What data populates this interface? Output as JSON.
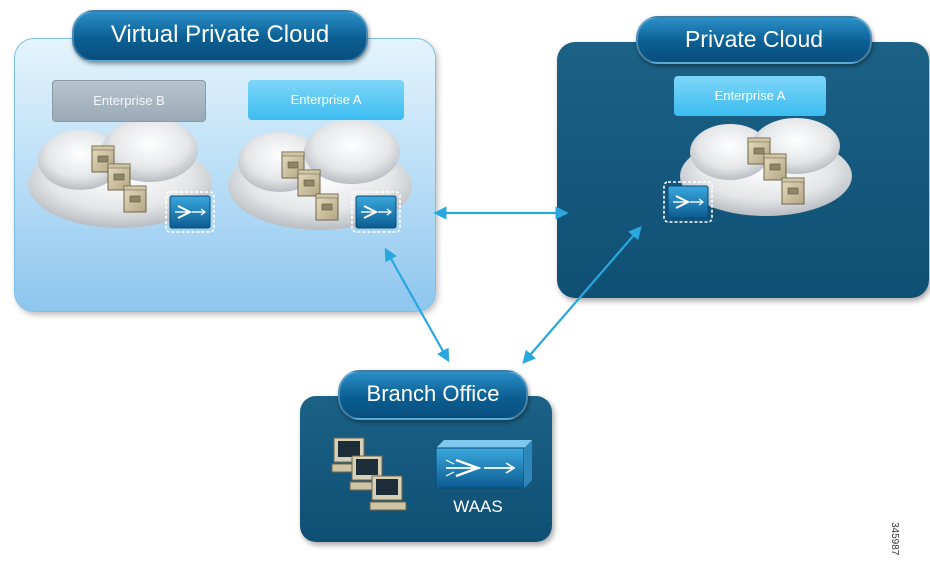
{
  "virtual_private_cloud": {
    "title": "Virtual Private Cloud",
    "enterprise_b": "Enterprise B",
    "enterprise_a": "Enterprise A"
  },
  "private_cloud": {
    "title": "Private Cloud",
    "enterprise_a": "Enterprise A"
  },
  "branch_office": {
    "title": "Branch Office",
    "device_label": "WAAS"
  },
  "figure_id": "345987",
  "colors": {
    "vpc_fill": "#b6dcf6",
    "dark_panel": "#0f4f74",
    "title_pill": "#0b5e92",
    "enterprise_a": "#3bbcf0",
    "enterprise_b": "#9aa9b6",
    "connector": "#29a8e0"
  },
  "icons": [
    "cloud-icon",
    "server-stack-icon",
    "waas-appliance-icon",
    "workstation-icon"
  ]
}
